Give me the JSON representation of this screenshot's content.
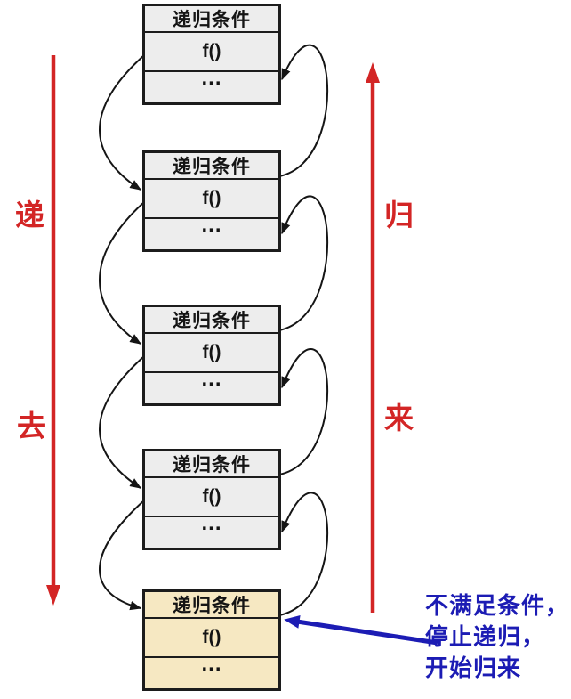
{
  "diagram_type": "recursion-call-and-return-stack",
  "frames": [
    {
      "condition": "递归条件",
      "call": "f()",
      "body": "...",
      "highlighted": false
    },
    {
      "condition": "递归条件",
      "call": "f()",
      "body": "...",
      "highlighted": false
    },
    {
      "condition": "递归条件",
      "call": "f()",
      "body": "...",
      "highlighted": false
    },
    {
      "condition": "递归条件",
      "call": "f()",
      "body": "...",
      "highlighted": false
    },
    {
      "condition": "递归条件",
      "call": "f()",
      "body": "...",
      "highlighted": true
    }
  ],
  "side_arrows": {
    "left": {
      "direction": "down",
      "top_label": "递",
      "bottom_label": "去"
    },
    "right": {
      "direction": "up",
      "top_label": "归",
      "bottom_label": "来"
    }
  },
  "annotation": {
    "lines": [
      "不满足条件，",
      "停止递归，",
      "开始归来"
    ]
  },
  "colors": {
    "arrow_red": "#d32525",
    "annotation_blue": "#1c1cb4",
    "frame_bg": "#ededed",
    "frame_highlight_bg": "#f6e8c2",
    "frame_border": "#1c1c1c",
    "connector_black": "#151515"
  }
}
